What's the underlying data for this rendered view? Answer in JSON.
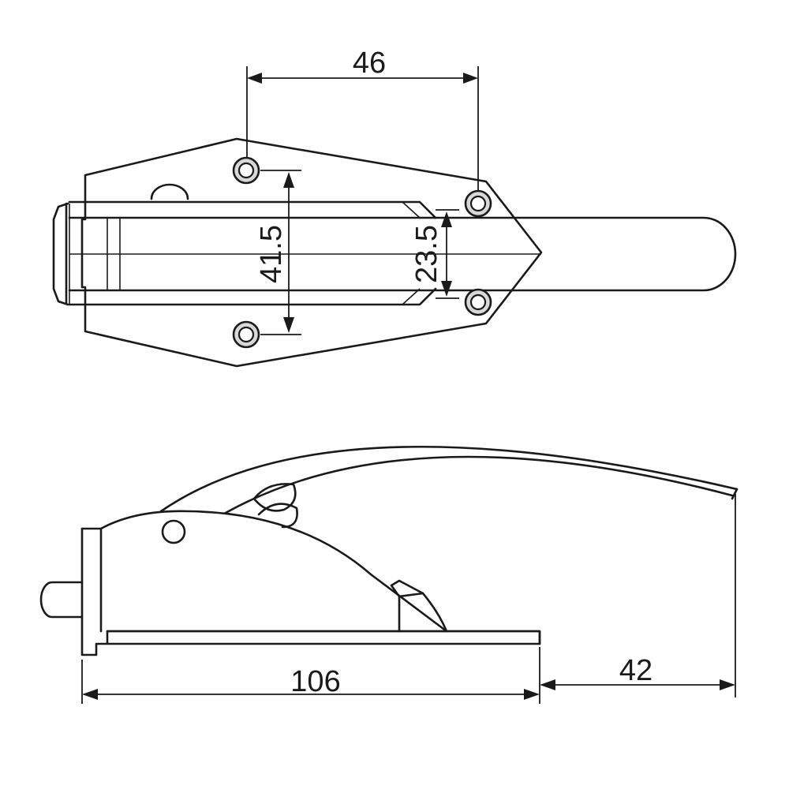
{
  "dimensions": {
    "top_hole_spacing": "46",
    "outer_hole_spacing": "41.5",
    "inner_hole_spacing": "23.5",
    "base_length": "106",
    "handle_overhang": "42"
  },
  "colors": {
    "line": "#1a1a1a",
    "background": "#ffffff",
    "hole_fill": "#d8d8d8"
  }
}
